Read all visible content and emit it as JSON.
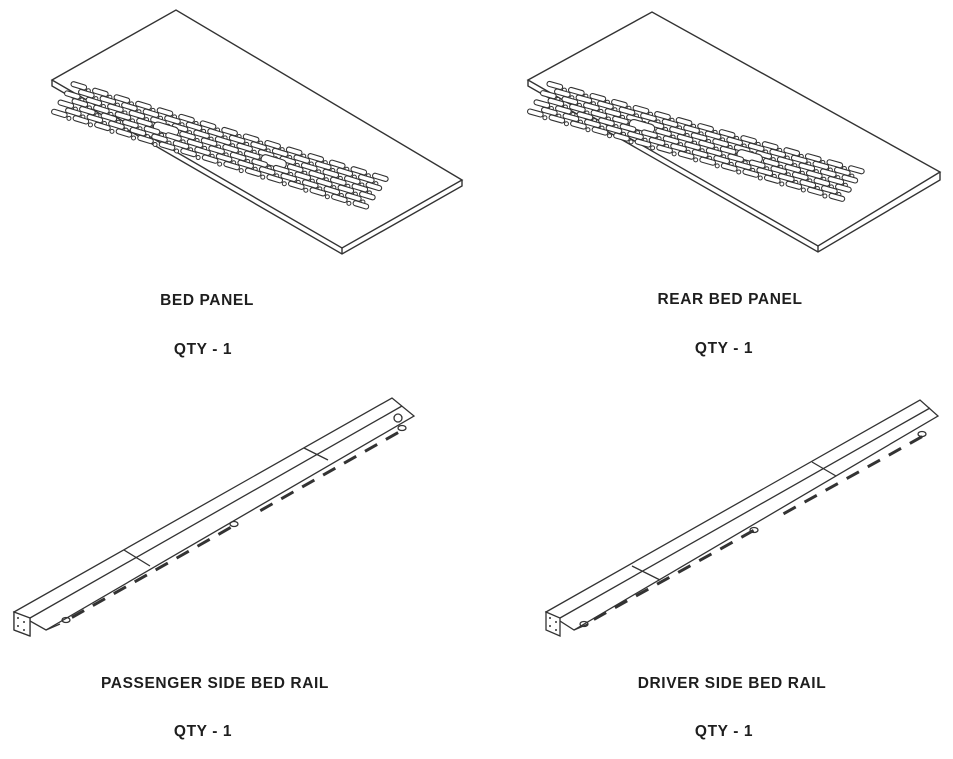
{
  "parts": [
    {
      "name": "BED PANEL",
      "qty": "QTY - 1"
    },
    {
      "name": "REAR BED PANEL",
      "qty": "QTY - 1"
    },
    {
      "name": "PASSENGER SIDE BED RAIL",
      "qty": "QTY - 1"
    },
    {
      "name": "DRIVER SIDE BED RAIL",
      "qty": "QTY - 1"
    }
  ],
  "colors": {
    "line": "#333333",
    "background": "#ffffff"
  }
}
